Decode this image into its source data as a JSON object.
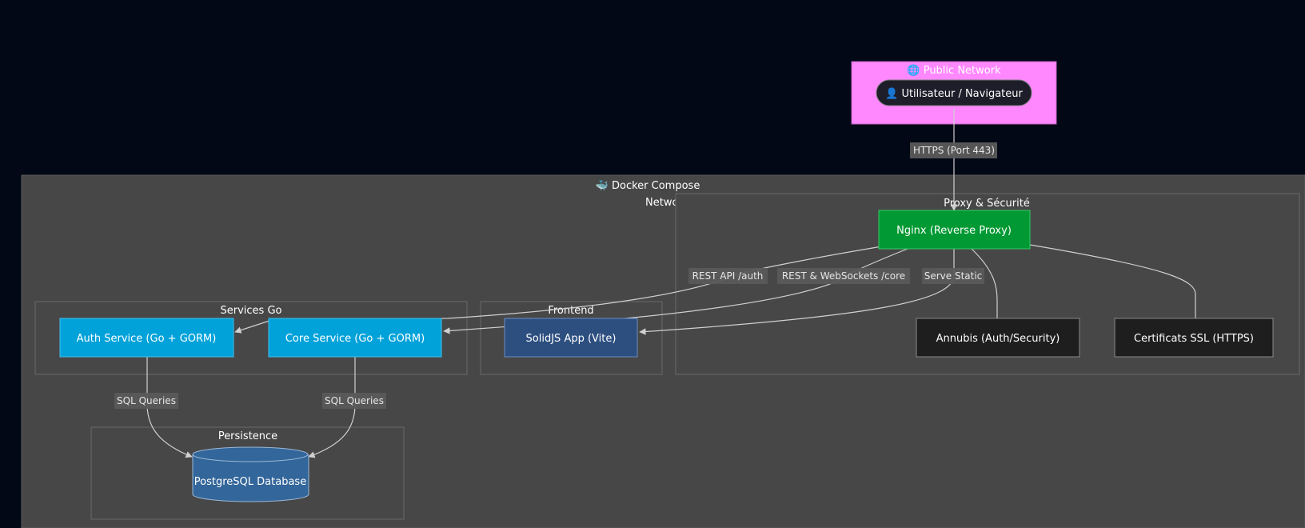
{
  "groups": {
    "public_network": "🌐 Public Network",
    "docker_compose": "🐳 Docker Compose",
    "network_truncated": "Netwo",
    "proxy_security": "Proxy & Sécurité",
    "services_go": "Services Go",
    "frontend": "Frontend",
    "persistence": "Persistence"
  },
  "nodes": {
    "user": "👤 Utilisateur / Navigateur",
    "nginx": "Nginx (Reverse Proxy)",
    "auth_service": "Auth Service (Go + GORM)",
    "core_service": "Core Service (Go + GORM)",
    "solidjs_app": "SolidJS App (Vite)",
    "annubis": "Annubis (Auth/Security)",
    "certificats": "Certificats SSL (HTTPS)",
    "postgres": "PostgreSQL Database"
  },
  "edges": {
    "https": "HTTPS (Port 443)",
    "rest_auth": "REST API /auth",
    "rest_ws_core": "REST & WebSockets /core",
    "serve_static": "Serve Static",
    "sql_auth": "SQL Queries",
    "sql_core": "SQL Queries"
  },
  "colors": {
    "background": "#020816",
    "docker_area": "#474747",
    "public_network": "#ff88ff",
    "nginx": "#009933",
    "go_service": "#00a2d9",
    "frontend_app": "#2d4f80",
    "dark_node": "#1e1e1e",
    "database": "#33669a"
  }
}
